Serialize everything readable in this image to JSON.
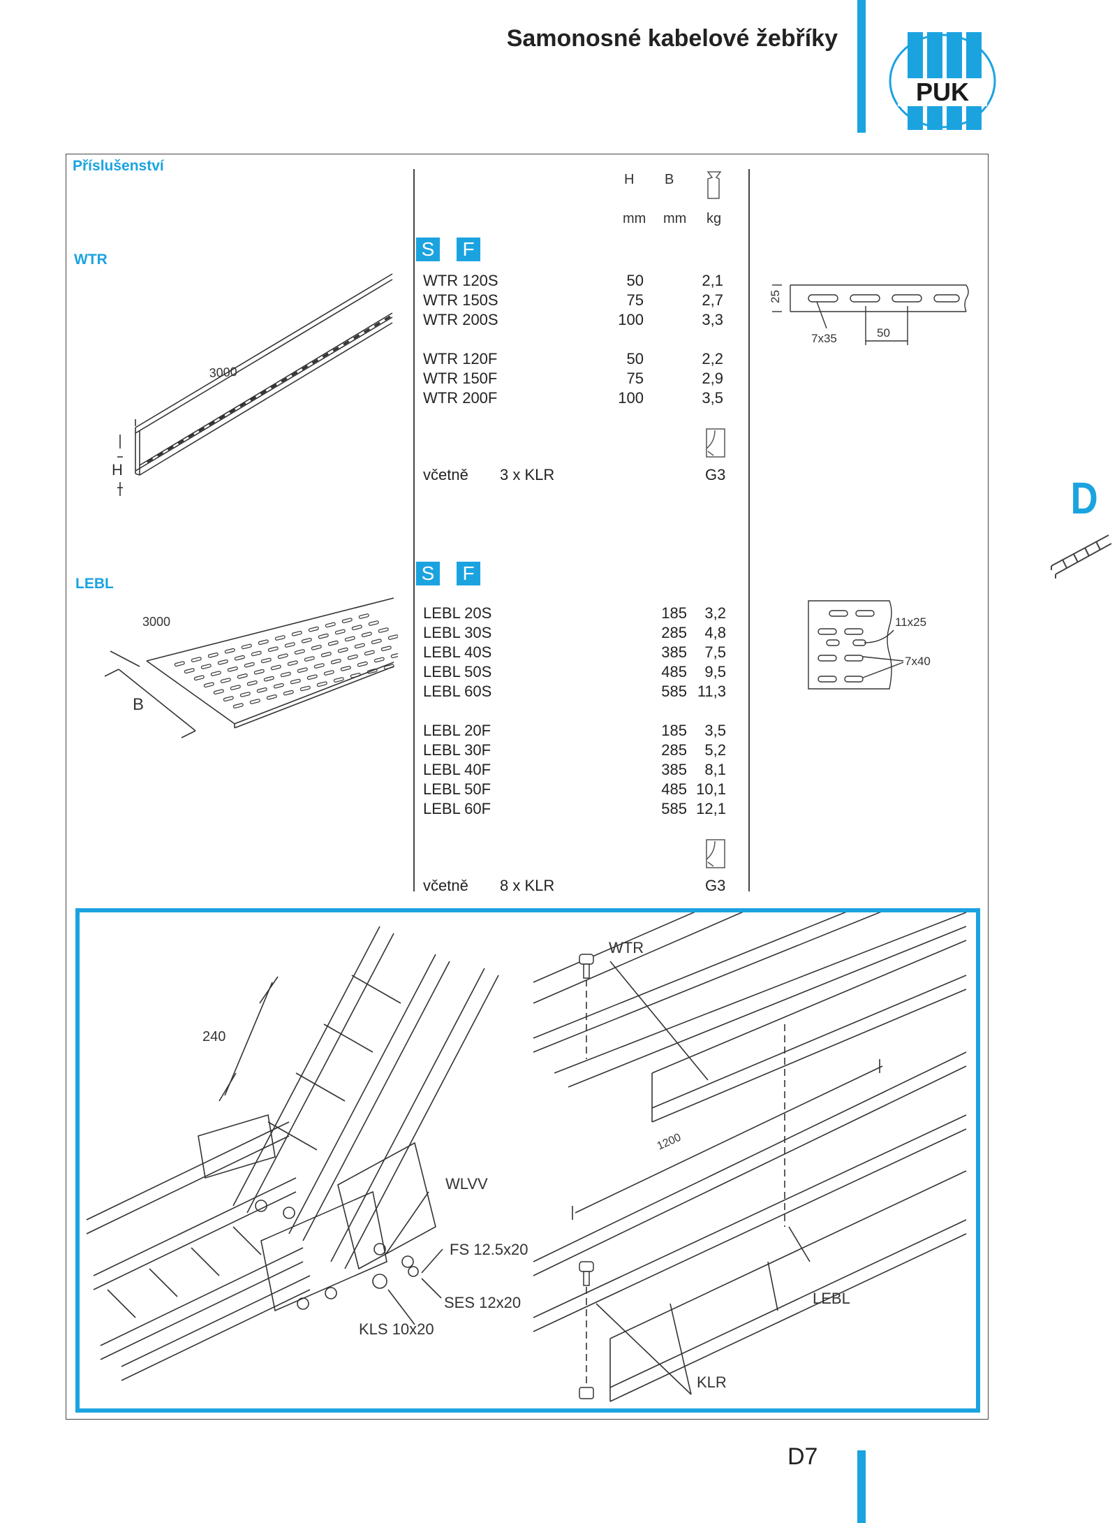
{
  "header": {
    "title": "Samonosné kabelové žebříky",
    "logo_text": "PUK"
  },
  "side_tab": {
    "letter": "D"
  },
  "section": {
    "title": "Příslušenství"
  },
  "columns": {
    "h": "H",
    "b": "B",
    "h_unit": "mm",
    "b_unit": "mm",
    "kg_unit": "kg"
  },
  "badges": {
    "s": "S",
    "f": "F"
  },
  "wtr": {
    "label": "WTR",
    "length_dim": "3000",
    "height_dim": "H",
    "rows_s": [
      {
        "name": "WTR 120S",
        "h": "50",
        "kg": "2,1"
      },
      {
        "name": "WTR 150S",
        "h": "75",
        "kg": "2,7"
      },
      {
        "name": "WTR 200S",
        "h": "100",
        "kg": "3,3"
      }
    ],
    "rows_f": [
      {
        "name": "WTR 120F",
        "h": "50",
        "kg": "2,2"
      },
      {
        "name": "WTR 150F",
        "h": "75",
        "kg": "2,9"
      },
      {
        "name": "WTR 200F",
        "h": "100",
        "kg": "3,5"
      }
    ],
    "including_label": "včetně",
    "including_value": "3 x KLR",
    "including_ref": "G3",
    "detail_dim_height": "25",
    "detail_dim_slot": "7x35",
    "detail_dim_pitch": "50"
  },
  "lebl": {
    "label": "LEBL",
    "length_dim": "3000",
    "width_dim": "B",
    "rows_s": [
      {
        "name": "LEBL 20S",
        "b": "185",
        "kg": "3,2"
      },
      {
        "name": "LEBL 30S",
        "b": "285",
        "kg": "4,8"
      },
      {
        "name": "LEBL 40S",
        "b": "385",
        "kg": "7,5"
      },
      {
        "name": "LEBL 50S",
        "b": "485",
        "kg": "9,5"
      },
      {
        "name": "LEBL 60S",
        "b": "585",
        "kg": "11,3"
      }
    ],
    "rows_f": [
      {
        "name": "LEBL 20F",
        "b": "185",
        "kg": "3,5"
      },
      {
        "name": "LEBL 30F",
        "b": "285",
        "kg": "5,2"
      },
      {
        "name": "LEBL 40F",
        "b": "385",
        "kg": "8,1"
      },
      {
        "name": "LEBL 50F",
        "b": "485",
        "kg": "10,1"
      },
      {
        "name": "LEBL 60F",
        "b": "585",
        "kg": "12,1"
      }
    ],
    "including_label": "včetně",
    "including_value": "8 x KLR",
    "including_ref": "G3",
    "detail_dim_small": "11x25",
    "detail_dim_large": "7x40"
  },
  "installation": {
    "left_dim": "240",
    "wlvv": "WLVV",
    "fs": "FS  12.5x20",
    "ses": "SES  12x20",
    "kls": "KLS  10x20",
    "wtr": "WTR",
    "span_dim": "1200",
    "lebl": "LEBL",
    "klr": "KLR"
  },
  "footer": {
    "page_number": "D7"
  },
  "colors": {
    "accent": "#1ba3e0",
    "text": "#222222",
    "line": "#444444"
  }
}
